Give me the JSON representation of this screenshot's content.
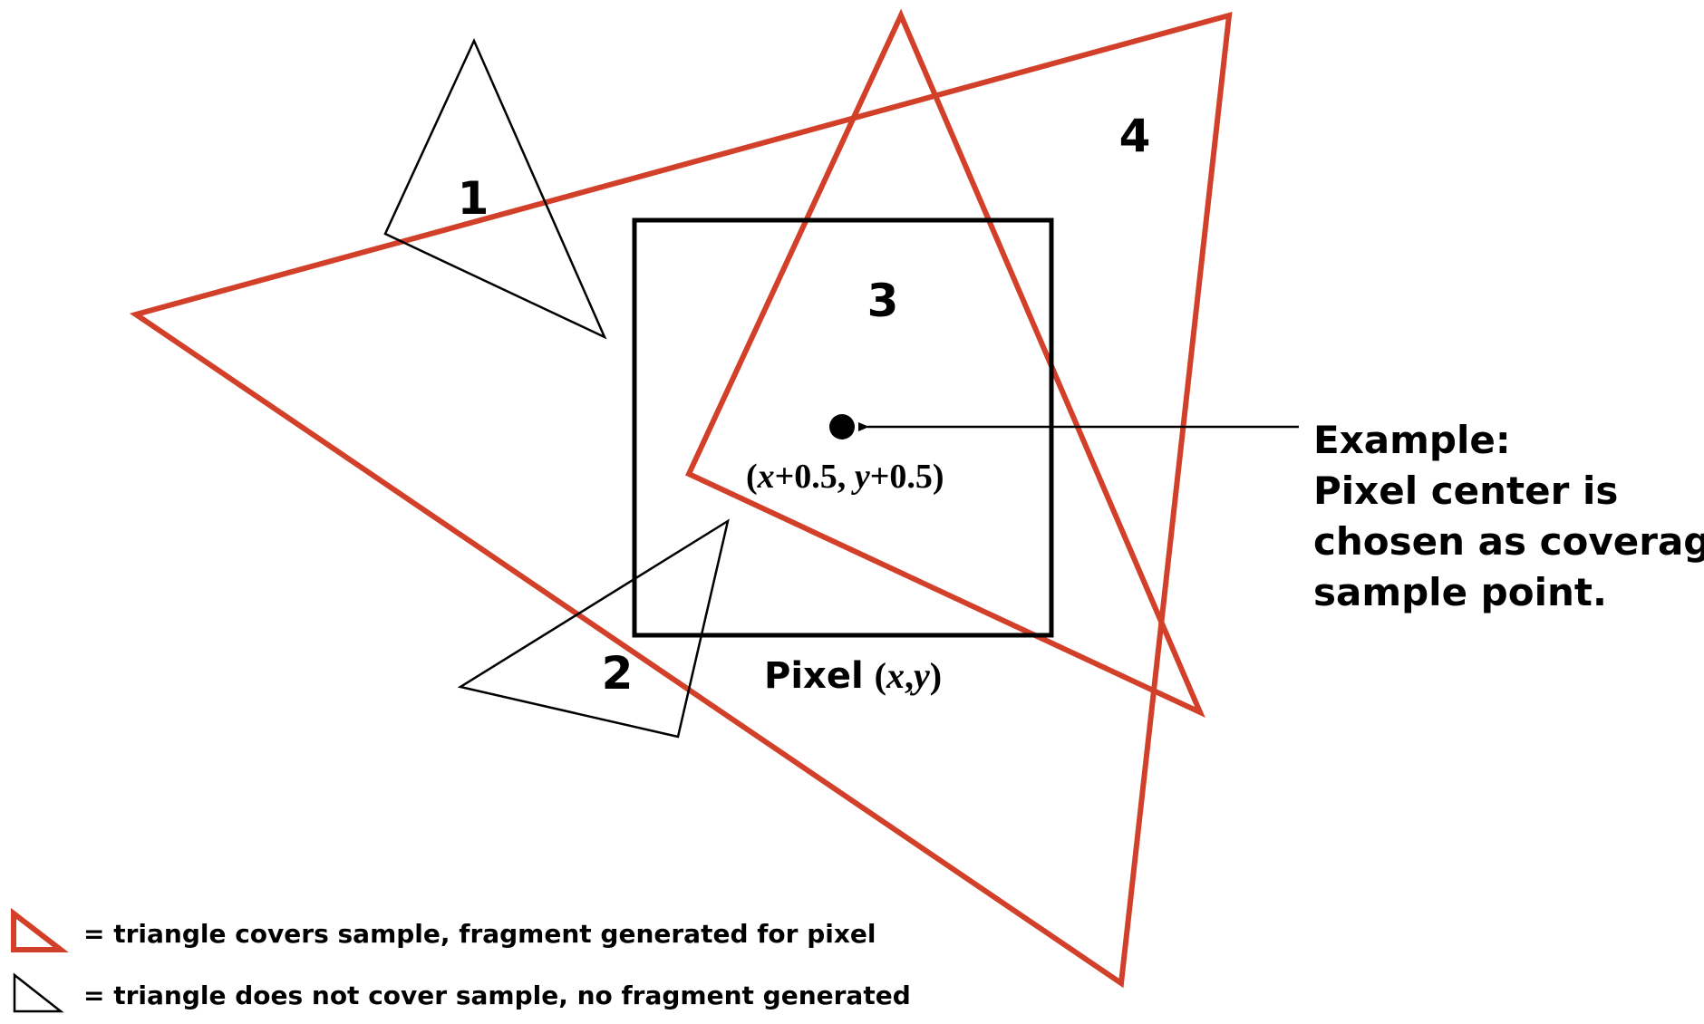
{
  "colors": {
    "covered": "#d2402a",
    "not_covered": "#000000",
    "text": "#000000"
  },
  "triangles": [
    {
      "number": "1",
      "covers_sample": false
    },
    {
      "number": "2",
      "covers_sample": false
    },
    {
      "number": "3",
      "covers_sample": true
    },
    {
      "number": "4",
      "covers_sample": true
    }
  ],
  "sample_point": {
    "coord_prefix_open": "(",
    "coord_x": "x",
    "coord_x_offset": "+0.5, ",
    "coord_y": "y",
    "coord_y_offset": "+0.5)"
  },
  "pixel": {
    "label": "Pixel",
    "coord_open": "(",
    "coord_x": "x",
    "coord_sep": ",",
    "coord_y": "y",
    "coord_close": ")"
  },
  "example": {
    "lines": [
      "Example:",
      "Pixel center is",
      "chosen as coverage",
      "sample point."
    ]
  },
  "legend": [
    {
      "icon": "red-triangle-icon",
      "text": "= triangle covers sample, fragment generated for pixel"
    },
    {
      "icon": "black-triangle-icon",
      "text": "= triangle does not cover sample, no fragment generated"
    }
  ]
}
